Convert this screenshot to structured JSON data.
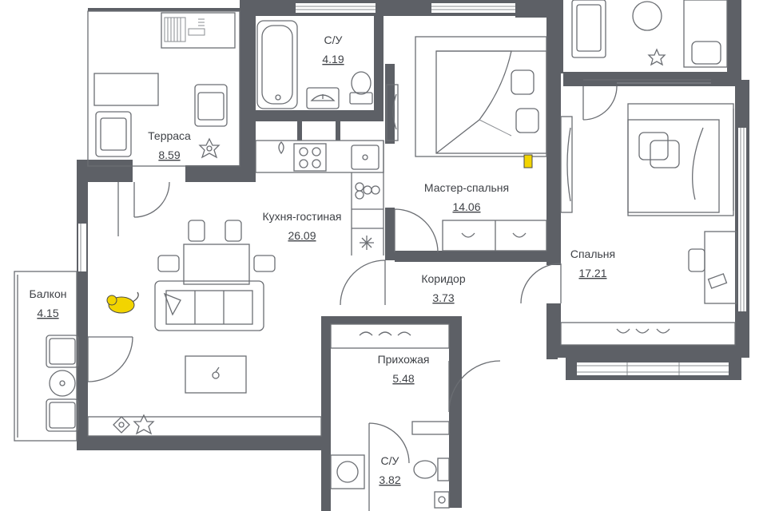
{
  "rooms": [
    {
      "id": "terrace",
      "name": "Терраса",
      "area": "8.59"
    },
    {
      "id": "bath1",
      "name": "С/У",
      "area": "4.19"
    },
    {
      "id": "master",
      "name": "Мастер-спальня",
      "area": "14.06"
    },
    {
      "id": "kitchen",
      "name": "Кухня-гостиная",
      "area": "26.09"
    },
    {
      "id": "bedroom",
      "name": "Спальня",
      "area": "17.21"
    },
    {
      "id": "corridor",
      "name": "Коридор",
      "area": "3.73"
    },
    {
      "id": "balcony",
      "name": "Балкон",
      "area": "4.15"
    },
    {
      "id": "hall",
      "name": "Прихожая",
      "area": "5.48"
    },
    {
      "id": "bath2",
      "name": "С/У",
      "area": "3.82"
    }
  ],
  "colors": {
    "walls": "#5d6066",
    "lines": "#6b6e73",
    "accent": "#f2d400",
    "background": "#ffffff"
  },
  "icons": [
    "bathtub-icon",
    "toilet-icon",
    "sink-icon",
    "stove-icon",
    "bed-icon",
    "sofa-icon",
    "dining-table-icon",
    "armchair-icon",
    "plant-icon",
    "wardrobe-icon",
    "cat-icon",
    "washing-machine-icon",
    "door-swing-icon"
  ]
}
